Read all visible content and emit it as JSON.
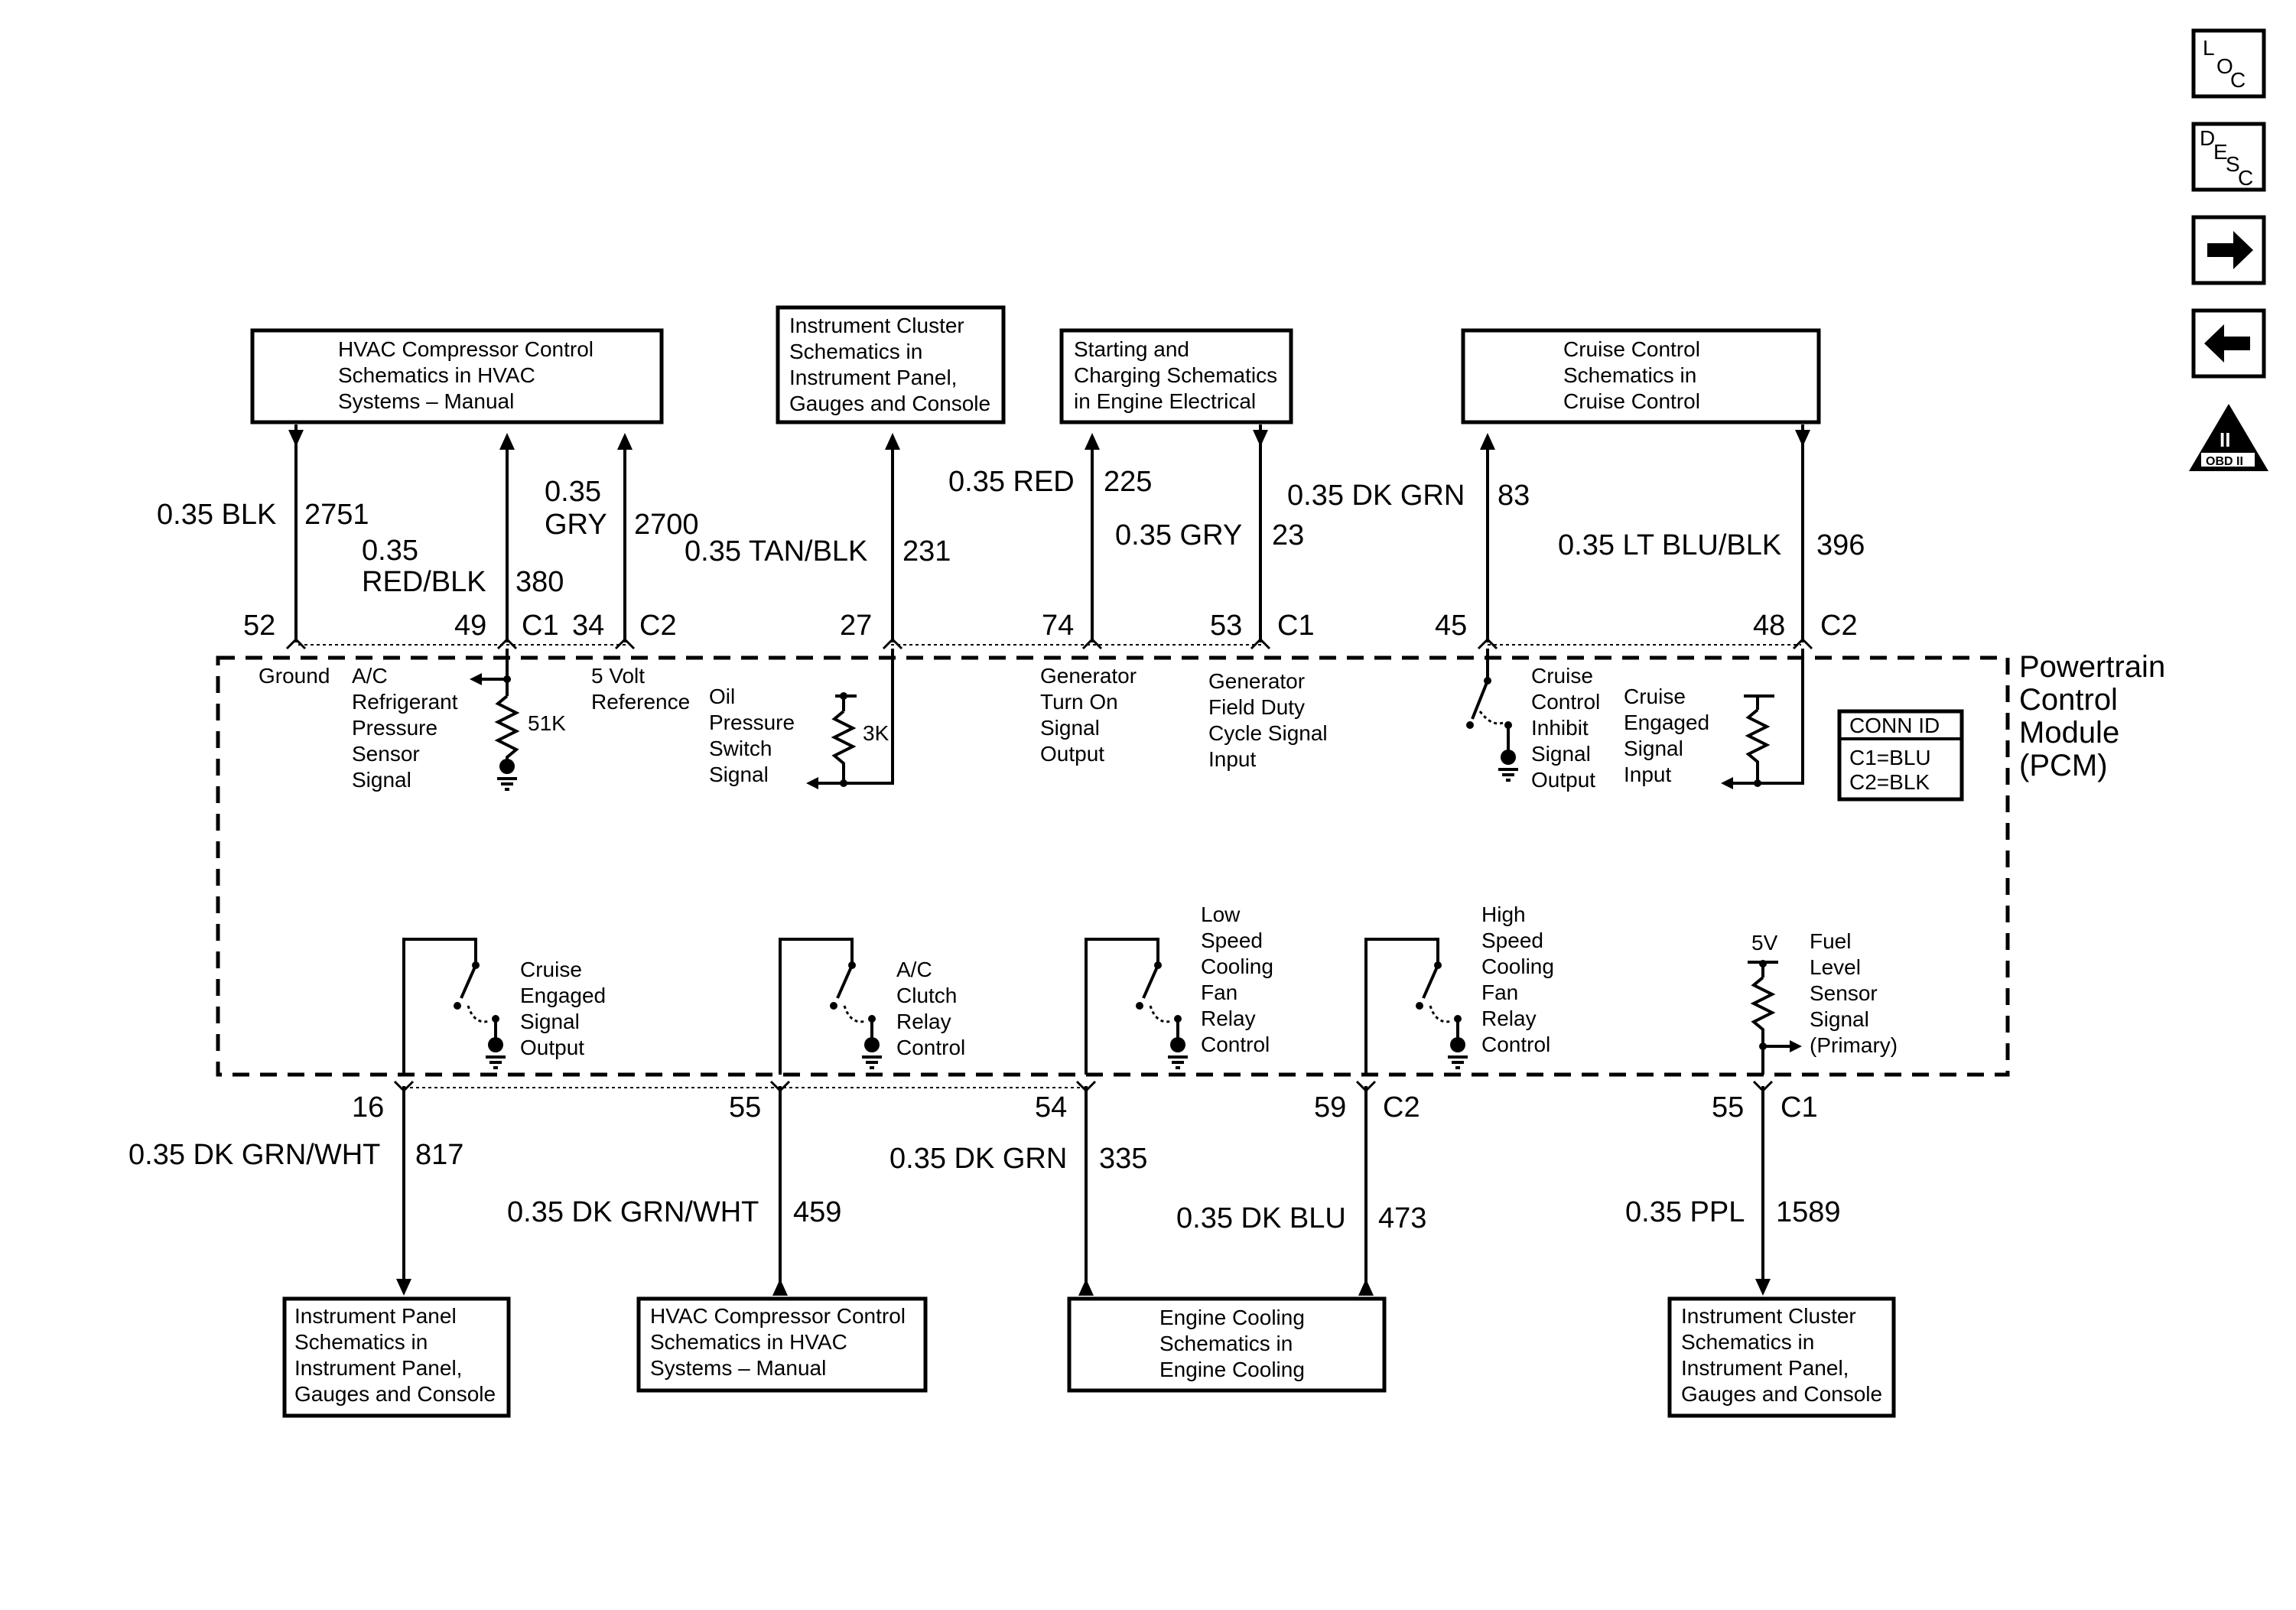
{
  "pcm": {
    "lines": [
      "Powertrain",
      "Control",
      "Module",
      "(PCM)"
    ]
  },
  "conn_id": {
    "title": "CONN ID",
    "c1": "C1=BLU",
    "c2": "C2=BLK"
  },
  "nav": {
    "loc": {
      "a": "L",
      "b": "O",
      "c": "C"
    },
    "desc": {
      "a": "D",
      "b": "E",
      "c": "S",
      "d": "C"
    },
    "obd": {
      "numeral": "II",
      "text": "OBD II"
    }
  },
  "top_boxes": [
    {
      "lines": [
        "HVAC Compressor Control",
        "Schematics in HVAC",
        "Systems – Manual"
      ]
    },
    {
      "lines": [
        "Instrument Cluster",
        "Schematics in",
        "Instrument Panel,",
        "Gauges and Console"
      ]
    },
    {
      "lines": [
        "Starting and",
        "Charging Schematics",
        "in Engine Electrical"
      ]
    },
    {
      "lines": [
        "Cruise Control",
        "Schematics in",
        "Cruise Control"
      ]
    }
  ],
  "bottom_boxes": [
    {
      "lines": [
        "Instrument Panel",
        "Schematics in",
        "Instrument Panel,",
        "Gauges and Console"
      ]
    },
    {
      "lines": [
        "HVAC Compressor Control",
        "Schematics in HVAC",
        "Systems – Manual"
      ]
    },
    {
      "lines": [
        "Engine Cooling",
        "Schematics in",
        "Engine Cooling"
      ]
    },
    {
      "lines": [
        "Instrument Cluster",
        "Schematics in",
        "Instrument Panel,",
        "Gauges and Console"
      ]
    }
  ],
  "top_wires": [
    {
      "gauge": "0.35 BLK",
      "circuit": "2751",
      "pin": "52"
    },
    {
      "gauge_a": "0.35",
      "gauge_b": "RED/BLK",
      "circuit": "380",
      "pin": "49",
      "connector": "C1"
    },
    {
      "gauge_a": "0.35",
      "gauge_b": "GRY",
      "circuit": "2700",
      "pin": "34",
      "connector": "C2"
    },
    {
      "gauge": "0.35 TAN/BLK",
      "circuit": "231",
      "pin": "27"
    },
    {
      "gauge": "0.35 RED",
      "circuit": "225",
      "pin": "74"
    },
    {
      "gauge": "0.35 GRY",
      "circuit": "23",
      "pin": "53",
      "connector": "C1"
    },
    {
      "gauge": "0.35 DK GRN",
      "circuit": "83",
      "pin": "45"
    },
    {
      "gauge": "0.35 LT BLU/BLK",
      "circuit": "396",
      "pin": "48",
      "connector": "C2"
    }
  ],
  "bottom_wires": [
    {
      "gauge": "0.35 DK GRN/WHT",
      "circuit": "817",
      "pin": "16"
    },
    {
      "gauge": "0.35 DK GRN/WHT",
      "circuit": "459",
      "pin": "55"
    },
    {
      "gauge": "0.35 DK GRN",
      "circuit": "335",
      "pin": "54"
    },
    {
      "gauge": "0.35 DK BLU",
      "circuit": "473",
      "pin": "59",
      "connector": "C2"
    },
    {
      "gauge": "0.35 PPL",
      "circuit": "1589",
      "pin": "55",
      "connector": "C1"
    }
  ],
  "internal": {
    "ground": "Ground",
    "ac_sensor": [
      "A/C",
      "Refrigerant",
      "Pressure",
      "Sensor",
      "Signal"
    ],
    "r51k": "51K",
    "five_volt": [
      "5 Volt",
      "Reference"
    ],
    "oil": [
      "Oil",
      "Pressure",
      "Switch",
      "Signal"
    ],
    "r3k": "3K",
    "gen_turn_on": [
      "Generator",
      "Turn On",
      "Signal",
      "Output"
    ],
    "gen_field": [
      "Generator",
      "Field Duty",
      "Cycle Signal",
      "Input"
    ],
    "cruise_inhibit": [
      "Cruise",
      "Control",
      "Inhibit",
      "Signal",
      "Output"
    ],
    "cruise_engaged_in": [
      "Cruise",
      "Engaged",
      "Signal",
      "Input"
    ],
    "cruise_engaged_out": [
      "Cruise",
      "Engaged",
      "Signal",
      "Output"
    ],
    "ac_clutch": [
      "A/C",
      "Clutch",
      "Relay",
      "Control"
    ],
    "low_fan": [
      "Low",
      "Speed",
      "Cooling",
      "Fan",
      "Relay",
      "Control"
    ],
    "high_fan": [
      "High",
      "Speed",
      "Cooling",
      "Fan",
      "Relay",
      "Control"
    ],
    "five_v": "5V",
    "fuel": [
      "Fuel",
      "Level",
      "Sensor",
      "Signal",
      "(Primary)"
    ]
  }
}
